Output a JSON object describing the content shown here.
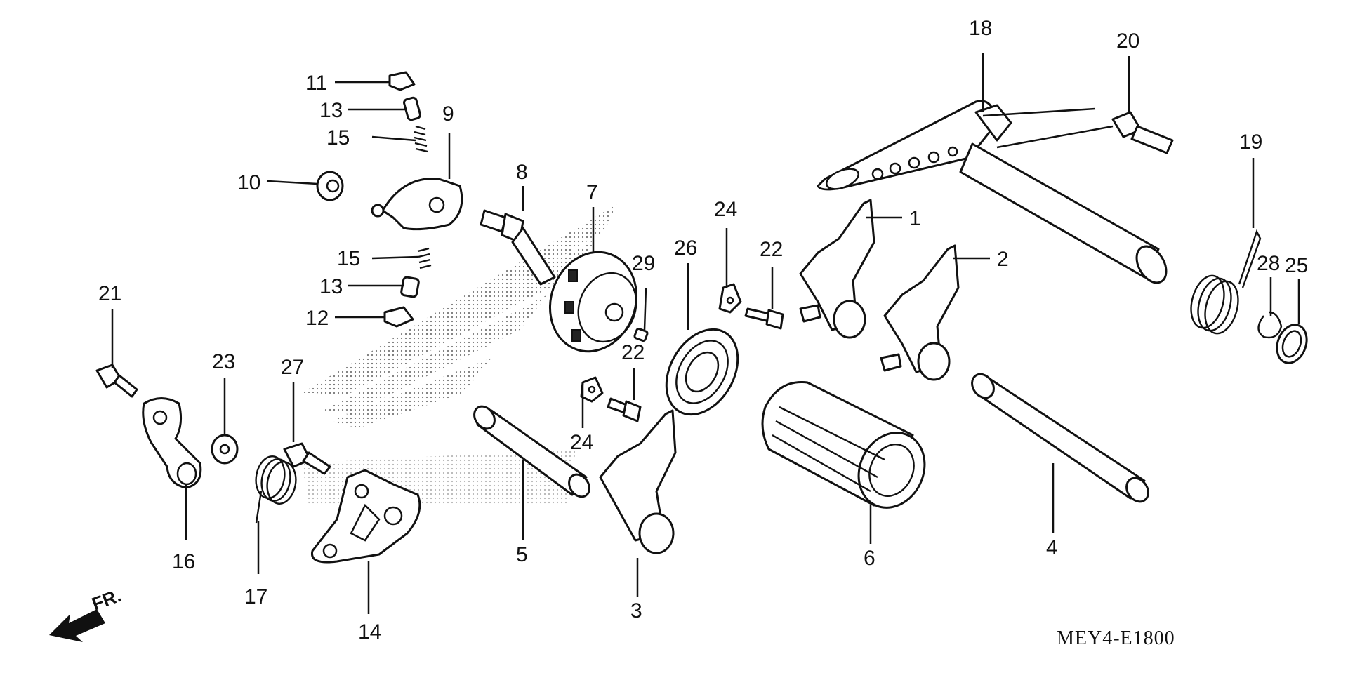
{
  "diagram_code": "MEY4-E1800",
  "direction_label": "FR.",
  "callouts": {
    "p1": "1",
    "p2": "2",
    "p3": "3",
    "p4": "4",
    "p5": "5",
    "p6": "6",
    "p7": "7",
    "p8": "8",
    "p9": "9",
    "p10": "10",
    "p11": "11",
    "p12": "12",
    "p13a": "13",
    "p13b": "13",
    "p14": "14",
    "p15a": "15",
    "p15b": "15",
    "p16": "16",
    "p17": "17",
    "p18": "18",
    "p19": "19",
    "p20": "20",
    "p21": "21",
    "p22a": "22",
    "p22b": "22",
    "p23": "23",
    "p24a": "24",
    "p24b": "24",
    "p25": "25",
    "p26": "26",
    "p27": "27",
    "p28": "28",
    "p29": "29"
  },
  "icons": {
    "direction": "arrow-front-icon",
    "watermark": "wing-logo-icon"
  }
}
